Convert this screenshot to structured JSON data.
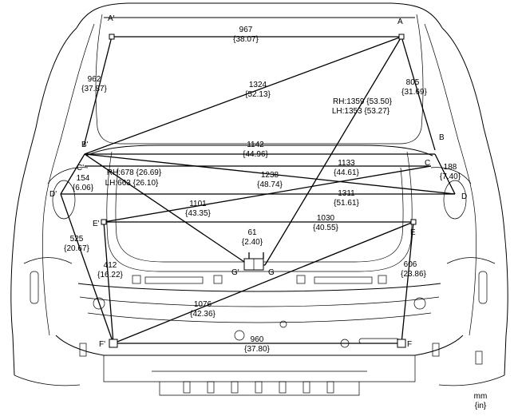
{
  "points": {
    "A": "A",
    "A_prime": "A'",
    "B": "B",
    "B_prime": "B'",
    "C": "C",
    "C_prime": "C'",
    "D": "D",
    "D_prime": "D'",
    "E": "E",
    "E_prime": "E'",
    "F": "F",
    "F_prime": "F'",
    "G": "G",
    "G_prime": "G'"
  },
  "dimensions": [
    {
      "id": "a-aprime",
      "mm": "967",
      "in": "{38.07}"
    },
    {
      "id": "aprime-f",
      "mm": "962",
      "in": "{37.87}"
    },
    {
      "id": "a-f",
      "mm": "805",
      "in": "{31.69}"
    },
    {
      "id": "a-bprime",
      "mm": "1324",
      "in": "{52.13}"
    },
    {
      "id": "a-g",
      "mm": "RH:1359 {53.50}",
      "in": "LH:1353 {53.27}"
    },
    {
      "id": "b-bprime",
      "mm": "1142",
      "in": "{44.96}"
    },
    {
      "id": "c-cprime",
      "mm": "1133",
      "in": "{44.61}"
    },
    {
      "id": "b-c",
      "mm": "188",
      "in": "{7.40}"
    },
    {
      "id": "bprime-cprime",
      "mm": "154",
      "in": "{6.06}"
    },
    {
      "id": "bprime-g",
      "mm": "RH:678 {26.69}",
      "in": "LH:663 {26.10}"
    },
    {
      "id": "bprime-d",
      "mm": "1238",
      "in": "{48.74}"
    },
    {
      "id": "d-dprime",
      "mm": "1311",
      "in": "{51.61}"
    },
    {
      "id": "c-eprime",
      "mm": "1101",
      "in": "{43.35}"
    },
    {
      "id": "e-eprime",
      "mm": "1030",
      "in": "{40.55}"
    },
    {
      "id": "g-gprime",
      "mm": "61",
      "in": "{2.40}"
    },
    {
      "id": "dprime-fprime",
      "mm": "525",
      "in": "{20.67}"
    },
    {
      "id": "eprime-fprime",
      "mm": "412",
      "in": "{16.22}"
    },
    {
      "id": "e-f",
      "mm": "606",
      "in": "{23.86}"
    },
    {
      "id": "fprime-e",
      "mm": "1076",
      "in": "{42.36}"
    },
    {
      "id": "f-fprime",
      "mm": "960",
      "in": "{37.80}"
    }
  ],
  "units": {
    "mm": "mm",
    "in": "{in}"
  }
}
